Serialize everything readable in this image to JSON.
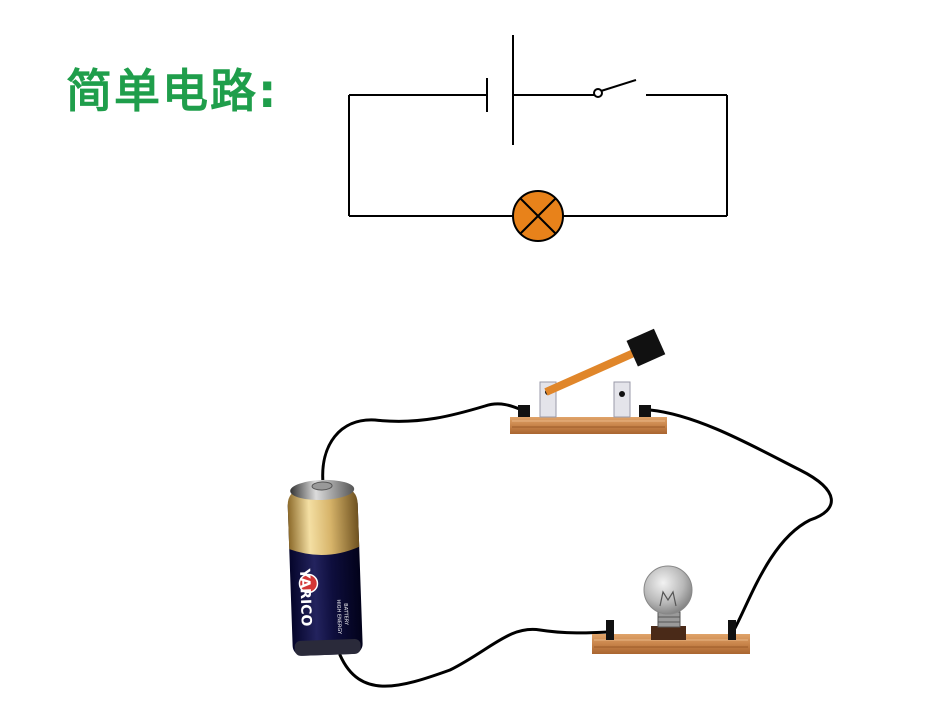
{
  "title": "简单电路:",
  "battery": {
    "brand": "YARICO",
    "small_text_1": "HIGH ENERGY",
    "small_text_2": "BATTERY"
  },
  "colors": {
    "title": "#1f9e4b",
    "wire": "#000000",
    "lamp_fill": "#e8821a",
    "lever": "#e0862a",
    "wood": "#c8844a"
  },
  "icons": {
    "lamp_symbol": "lamp-x-circle",
    "bulb": "light-bulb",
    "switch": "knife-switch",
    "battery": "d-cell-battery"
  }
}
